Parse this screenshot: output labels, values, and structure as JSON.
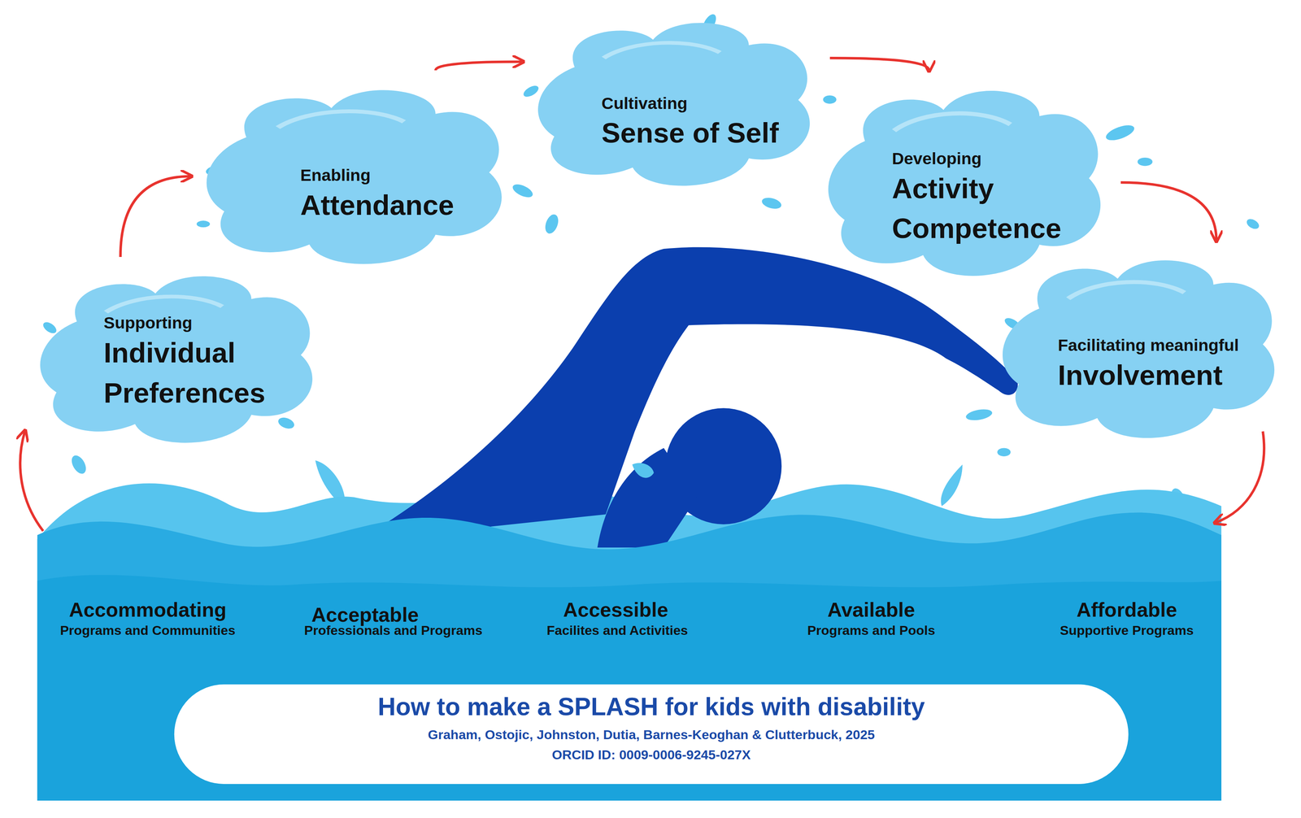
{
  "diagram": {
    "title": "How to make a SPLASH for kids with disability",
    "nodes": [
      {
        "text": [
          "Supporting",
          "Individual Preferences"
        ]
      },
      {
        "text": [
          "Enabling",
          "Attendance"
        ]
      },
      {
        "text": [
          "Cultivating",
          "Sense of Self"
        ]
      },
      {
        "text": [
          "Developing",
          "Activity Competence"
        ]
      },
      {
        "text": [
          "Facilitating meaningful",
          "Involvement"
        ]
      }
    ],
    "edges": [
      {
        "from": 0,
        "to": 1,
        "arrow": "to"
      },
      {
        "from": 1,
        "to": 2,
        "arrow": "to"
      },
      {
        "from": 2,
        "to": 3,
        "arrow": "to"
      },
      {
        "from": 3,
        "to": 4,
        "arrow": "to"
      }
    ],
    "labels": [
      "Accommodating",
      "Programs and Communities",
      "Acceptable",
      "Professionals and Programs",
      "Accessible",
      "Facilites and Activities",
      "Available",
      "Programs and Pools",
      "Affordable",
      "Supportive Programs",
      "Graham, Ostojic, Johnston, Dutia, Barnes-Keoghan & Clutterbuck, 2025",
      "ORCID ID: 0009-0006-9245-027X"
    ]
  }
}
